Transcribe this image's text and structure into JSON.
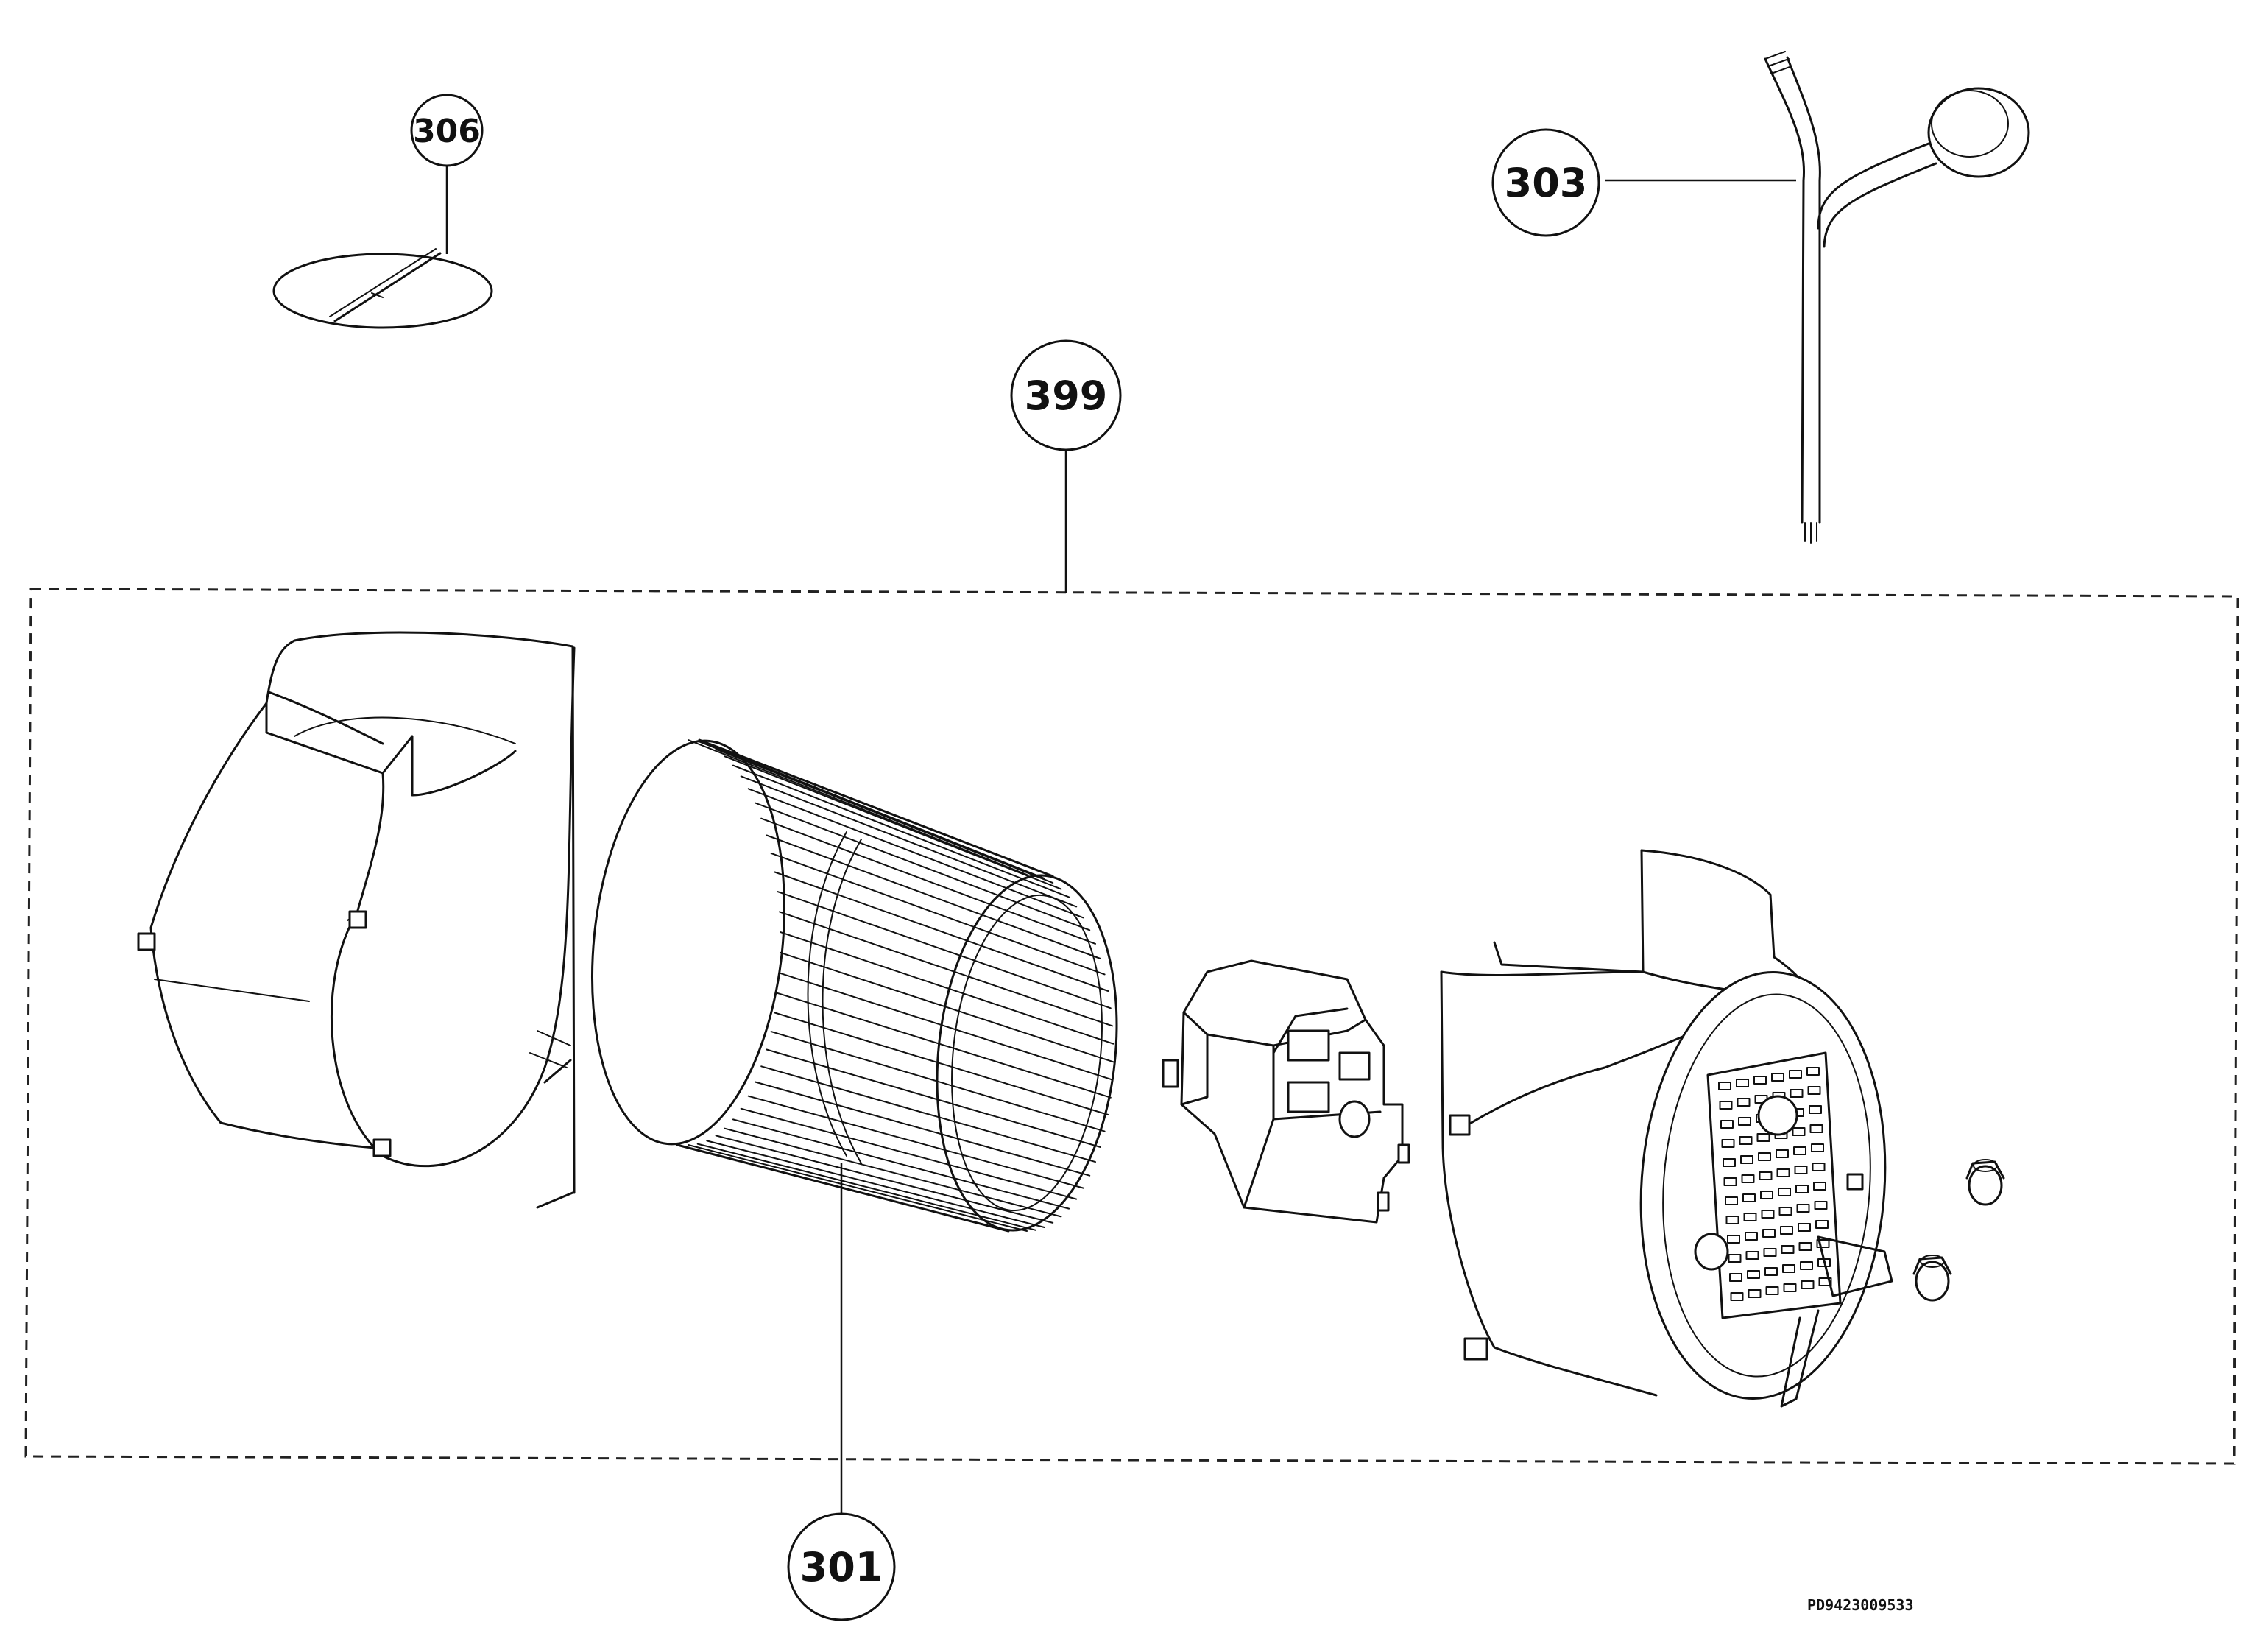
{
  "callouts": {
    "c306": "306",
    "c303": "303",
    "c399": "399",
    "c301": "301"
  },
  "drawing_code": "PD9423009533"
}
